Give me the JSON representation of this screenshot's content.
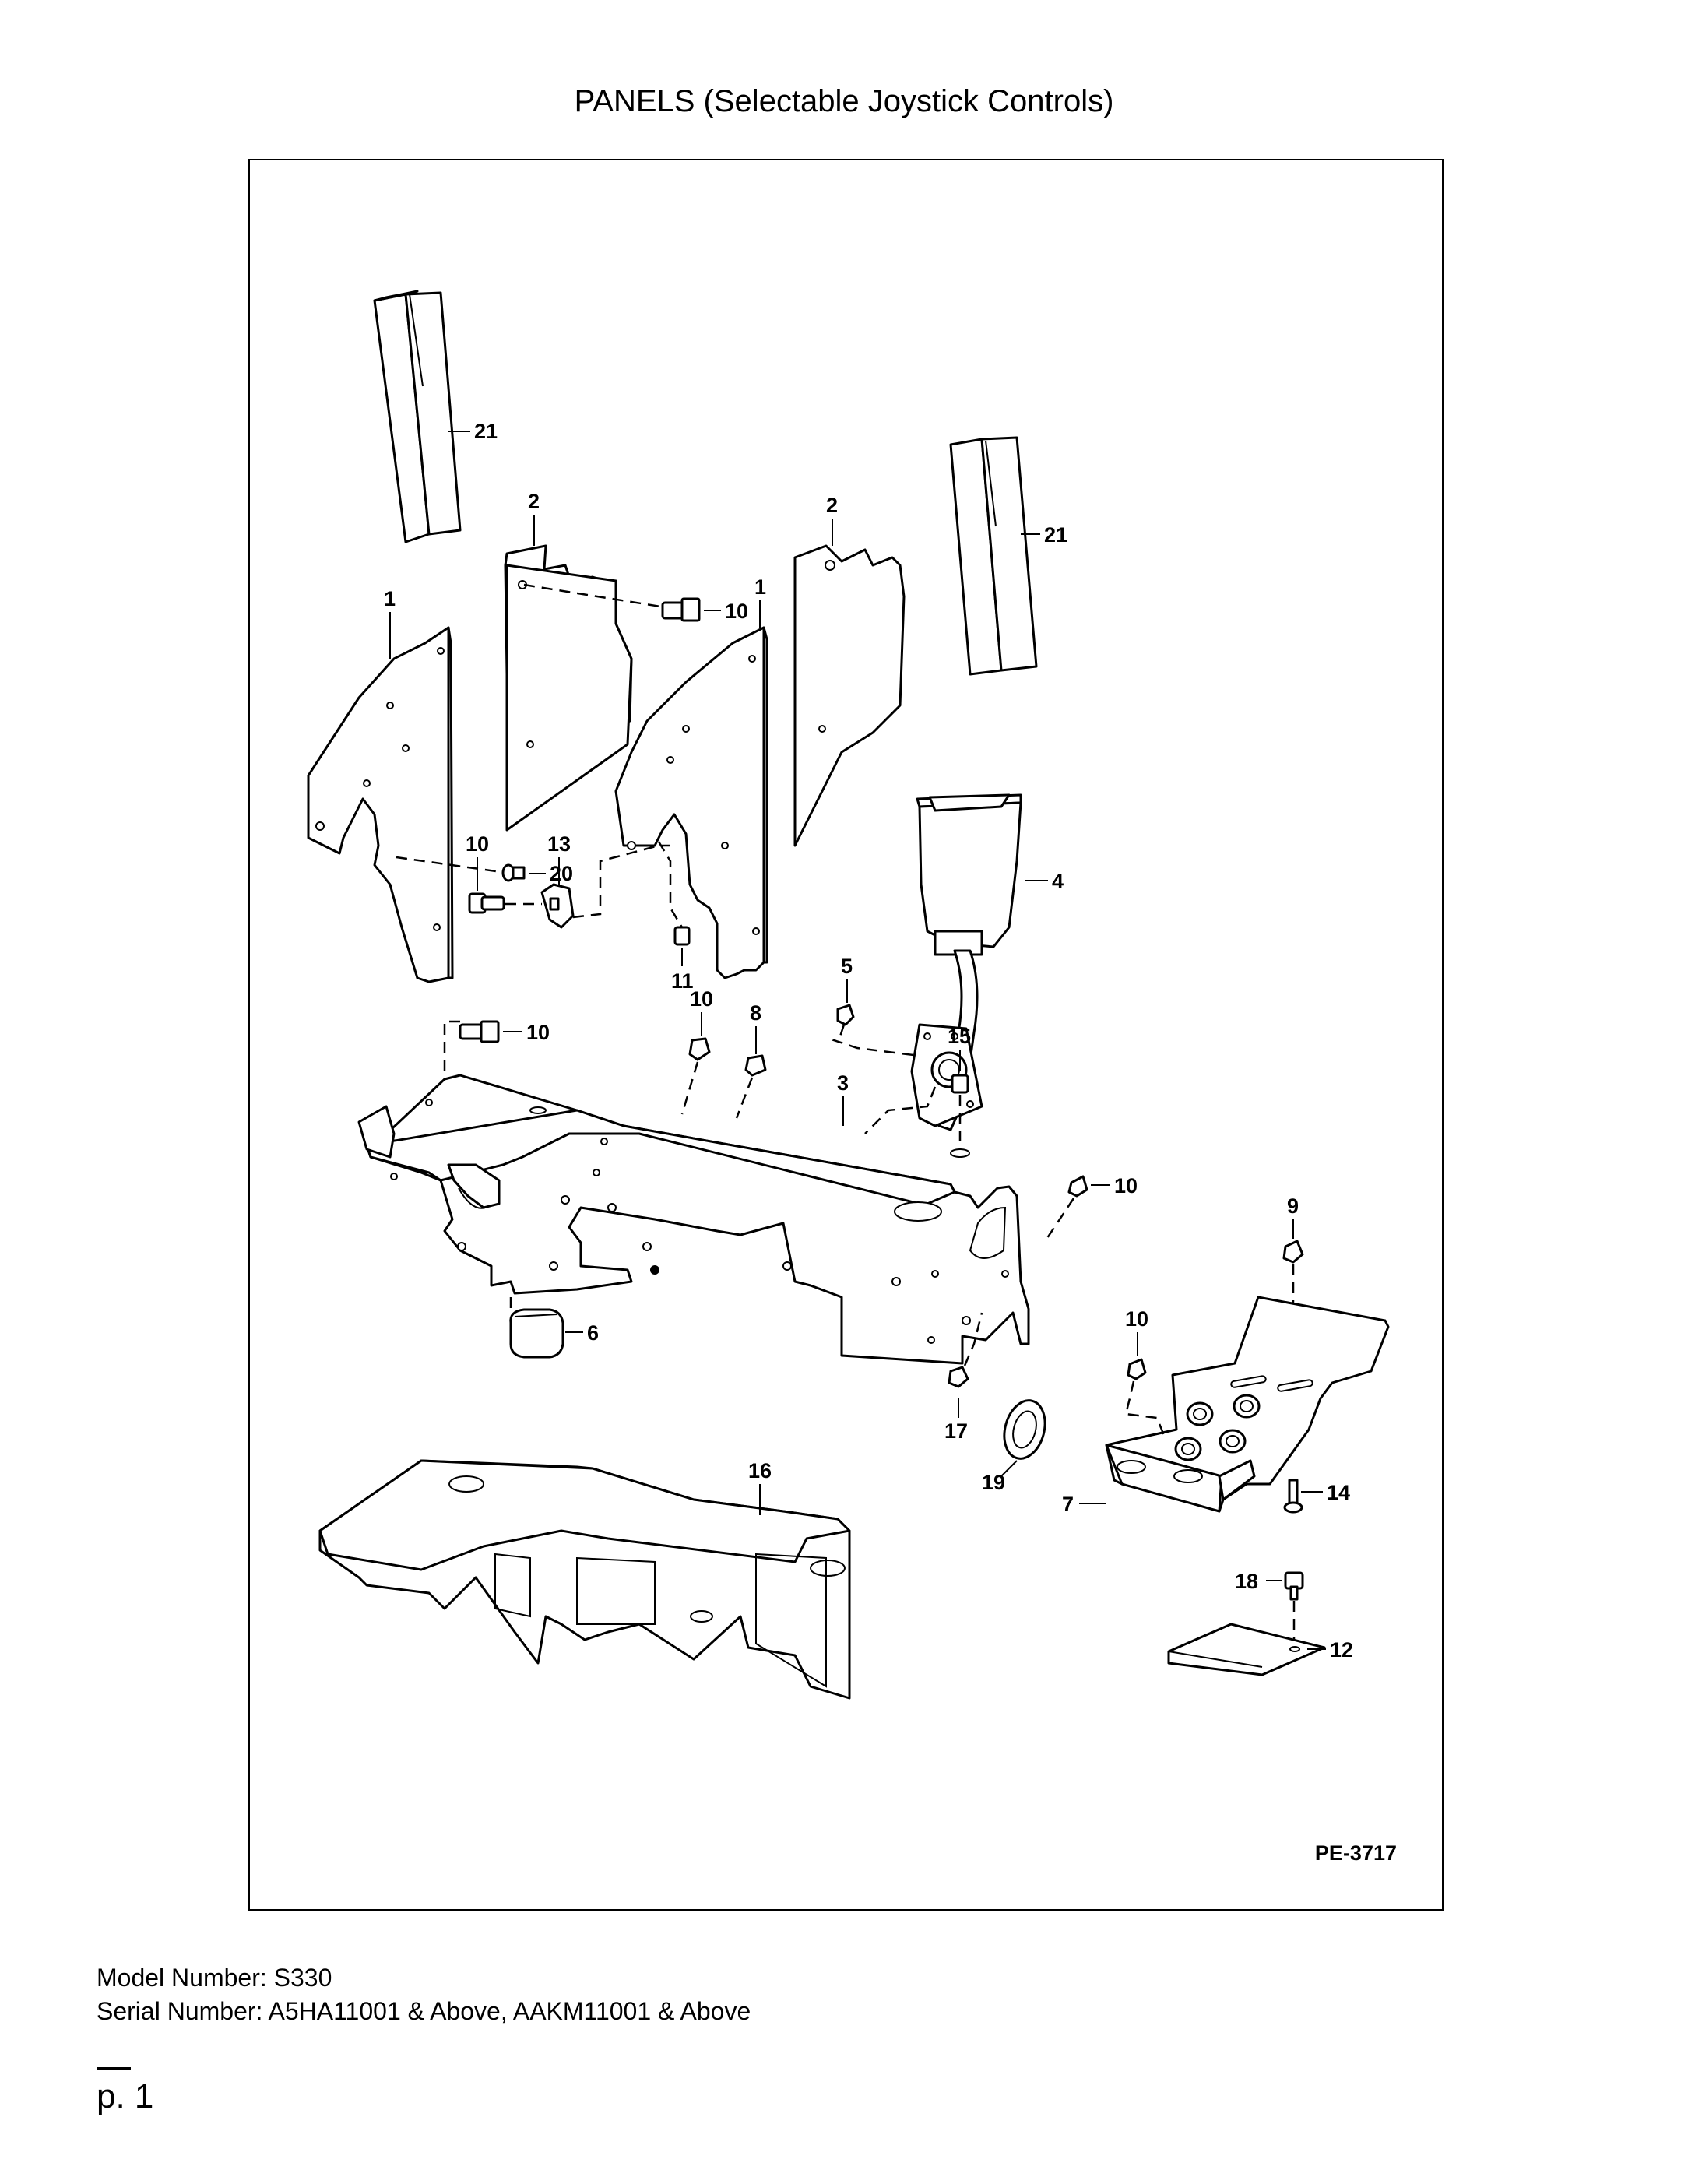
{
  "page": {
    "title": "PANELS (Selectable Joystick Controls)",
    "drawing_id": "PE-3717",
    "model_line": "Model Number: S330",
    "serial_line": "Serial Number: A5HA11001 & Above, AAKM11001 & Above",
    "page_number": "p. 1"
  },
  "callouts": {
    "c21a": "21",
    "c2a": "2",
    "c10a": "10",
    "c1a": "1",
    "c20": "20",
    "c10b": "10",
    "c13": "13",
    "c11": "11",
    "c1b": "1",
    "c2b": "2",
    "c21b": "21",
    "c4": "4",
    "c5": "5",
    "c10c": "10",
    "c10d": "10",
    "c8": "8",
    "c15": "15",
    "c3": "3",
    "c10e": "10",
    "c6": "6",
    "c9": "9",
    "c10f": "10",
    "c17": "17",
    "c19": "19",
    "c16": "16",
    "c7": "7",
    "c14": "14",
    "c18": "18",
    "c12": "12"
  }
}
